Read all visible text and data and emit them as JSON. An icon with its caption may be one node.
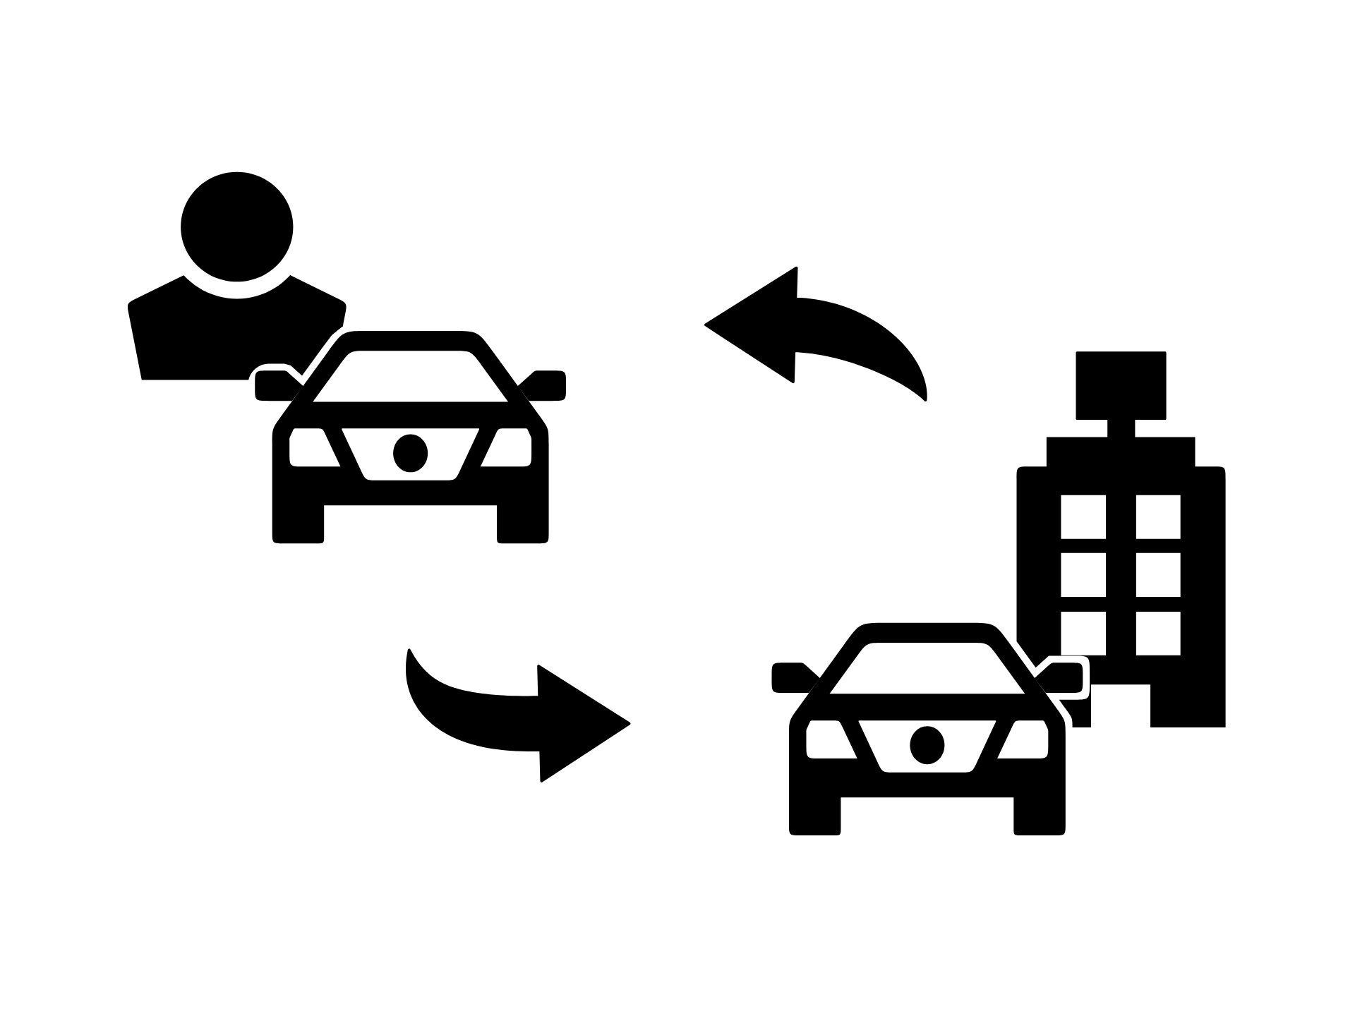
{
  "diagram": {
    "nodes": [
      {
        "text": [],
        "shape": "person"
      },
      {
        "text": [],
        "shape": "picture"
      },
      {
        "text": [],
        "shape": "picture"
      },
      {
        "text": [],
        "shape": "picture"
      }
    ],
    "edges": [
      {
        "from": 2,
        "to": 1,
        "arrow": "to"
      },
      {
        "from": 1,
        "to": 3,
        "arrow": "to"
      }
    ]
  }
}
